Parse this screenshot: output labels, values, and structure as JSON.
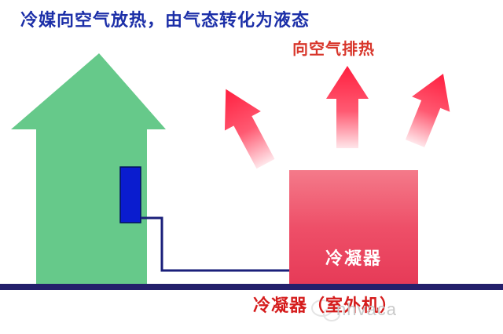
{
  "title": "冷媒向空气放热，由气态转化为液态",
  "heat_label": "向空气排热",
  "condenser_label": "冷凝器",
  "bottom_caption": "冷凝器（室外机）",
  "watermark": "nhvaca",
  "colors": {
    "title": "#1c2fa8",
    "heat_label": "#d8362b",
    "house": "#66c98a",
    "indoor_unit": "#0a1ccf",
    "condenser": "#ee5069",
    "pipe": "#1a1f7a",
    "ground": "#24206b",
    "arrow": "#ff2a4a",
    "caption": "#d51c1c"
  },
  "icons": {
    "house": "house-arrow-shape",
    "heat_arrows": "upward-arrow-icon",
    "watermark_logo": "wechat-logo-icon"
  }
}
